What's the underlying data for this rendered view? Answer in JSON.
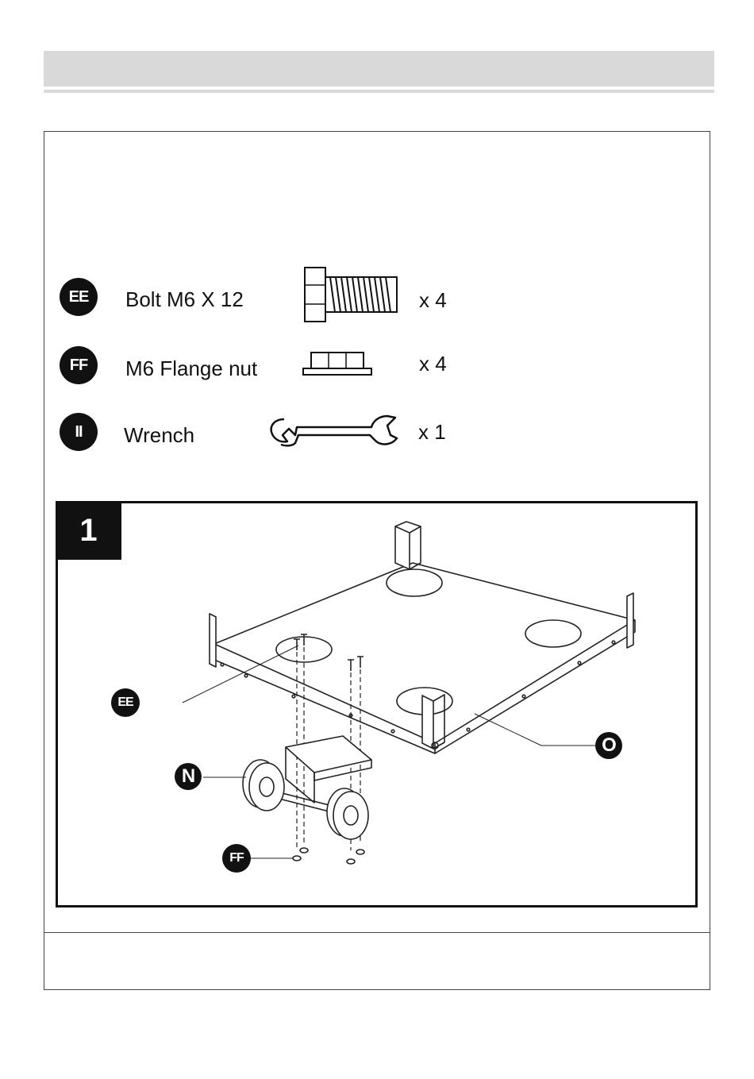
{
  "parts": [
    {
      "id": "EE",
      "name": "Bolt M6 X 12",
      "qty": "x 4",
      "icon": "bolt-icon"
    },
    {
      "id": "FF",
      "name": "M6 Flange nut",
      "qty": "x 4",
      "icon": "flange-nut-icon"
    },
    {
      "id": "II",
      "name": "Wrench",
      "qty": "x 1",
      "icon": "wrench-icon"
    }
  ],
  "step": {
    "number": "1",
    "callouts": {
      "ee": "EE",
      "ff": "FF",
      "n": "N",
      "o": "O"
    }
  }
}
